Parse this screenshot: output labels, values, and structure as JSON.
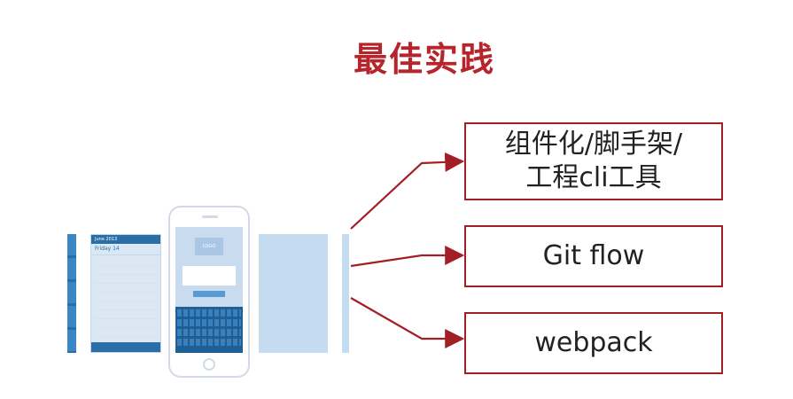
{
  "title": "最佳实践",
  "boxes": [
    {
      "line1": "组件化/脚手架/",
      "line2": "工程cli工具"
    },
    {
      "label": "Git flow"
    },
    {
      "label": "webpack"
    }
  ],
  "illustration": {
    "calendar_header": "June 2013",
    "calendar_day": "Friday 14",
    "phone_logo": "LOGO"
  },
  "colors": {
    "title": "#b5252b",
    "border": "#a31f26",
    "arrow": "#a31f26"
  }
}
